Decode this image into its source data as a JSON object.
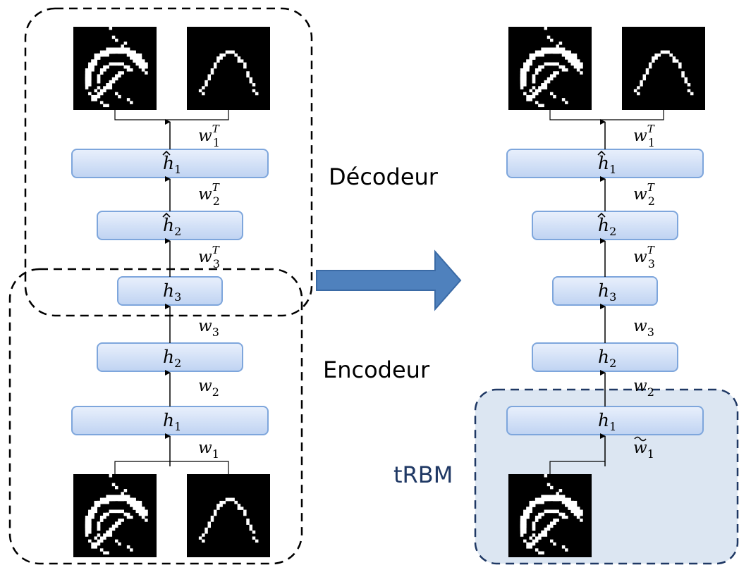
{
  "labels": {
    "decoder": "Décodeur",
    "encoder": "Encodeur",
    "trbm": "tRBM"
  },
  "left_stack": {
    "top_weight_letter": "w",
    "layers": [
      {
        "base": "h",
        "sub": "1",
        "hat": true
      },
      {
        "base": "h",
        "sub": "2",
        "hat": true
      },
      {
        "base": "h",
        "sub": "3",
        "hat": false
      },
      {
        "base": "h",
        "sub": "2",
        "hat": false
      },
      {
        "base": "h",
        "sub": "1",
        "hat": false
      }
    ],
    "weights": [
      {
        "base": "w",
        "sub": "1",
        "sup": "T",
        "tilde": false
      },
      {
        "base": "w",
        "sub": "2",
        "sup": "T",
        "tilde": false
      },
      {
        "base": "w",
        "sub": "3",
        "sup": "T",
        "tilde": false
      },
      {
        "base": "w",
        "sub": "3",
        "sup": "",
        "tilde": false
      },
      {
        "base": "w",
        "sub": "2",
        "sup": "",
        "tilde": false
      },
      {
        "base": "w",
        "sub": "1",
        "sup": "",
        "tilde": false
      }
    ]
  },
  "right_stack": {
    "layers": [
      {
        "base": "h",
        "sub": "1",
        "hat": true
      },
      {
        "base": "h",
        "sub": "2",
        "hat": true
      },
      {
        "base": "h",
        "sub": "3",
        "hat": false
      },
      {
        "base": "h",
        "sub": "2",
        "hat": false
      },
      {
        "base": "h",
        "sub": "1",
        "hat": false
      }
    ],
    "weights": [
      {
        "base": "w",
        "sub": "1",
        "sup": "T",
        "tilde": false
      },
      {
        "base": "w",
        "sub": "2",
        "sup": "T",
        "tilde": false
      },
      {
        "base": "w",
        "sub": "3",
        "sup": "T",
        "tilde": false
      },
      {
        "base": "w",
        "sub": "3",
        "sup": "",
        "tilde": false
      },
      {
        "base": "w",
        "sub": "2",
        "sup": "",
        "tilde": false
      },
      {
        "base": "w",
        "sub": "1",
        "sup": "",
        "tilde": true
      }
    ]
  },
  "colors": {
    "layer_fill_top": "#e9f0fc",
    "layer_fill_bottom": "#bfd3f2",
    "layer_stroke": "#7ea6dc",
    "arrow_fill": "#4f81bd",
    "arrow_stroke": "#3a6aa5",
    "trbm_fill": "#dce6f2",
    "trbm_border": "#1f3864",
    "trbm_text": "#1f3864",
    "text": "#000000"
  }
}
